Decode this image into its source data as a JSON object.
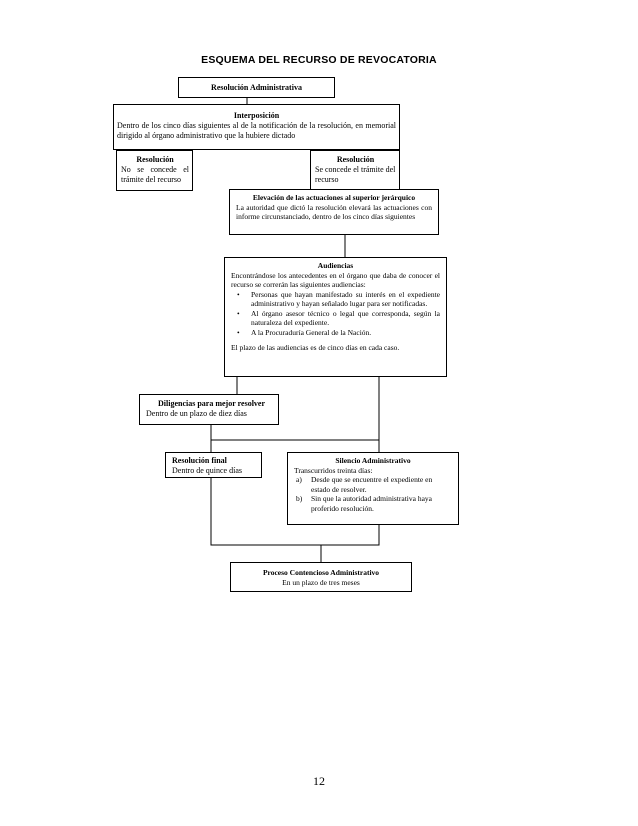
{
  "title": "ESQUEMA DEL RECURSO DE REVOCATORIA",
  "resolucion_administrativa": "Resolución Administrativa",
  "interposicion": {
    "heading": "Interposición",
    "text": "Dentro de los cinco días siguientes al de la notificación de la resolución, en memorial dirigido al órgano administrativo que la hubiere dictado"
  },
  "resolucion_no": {
    "heading": "Resolución",
    "text": "No se concede el trámite del recurso"
  },
  "resolucion_si": {
    "heading": "Resolución",
    "text": "Se concede el trámite del recurso"
  },
  "elevacion": {
    "heading": "Elevación de las actuaciones al superior jerárquico",
    "text": "La autoridad que dictó la resolución elevará las actuaciones con informe circunstanciado, dentro de los cinco días siguientes"
  },
  "audiencias": {
    "heading": "Audiencias",
    "intro": "Encontrándose los antecedentes en el órgano que daba de conocer el recurso se correrán las siguientes audiencias:",
    "items": [
      "Personas que hayan manifestado su interés en el expediente administrativo y hayan señalado lugar para ser notificadas.",
      "Al órgano asesor técnico o legal que corresponda, según la naturaleza del expediente.",
      "A la Procuraduría General de la Nación."
    ],
    "closing": "El plazo de las audiencias es de cinco días en cada caso."
  },
  "diligencias": {
    "heading": "Diligencias para mejor resolver",
    "text": "Dentro de un plazo de diez días"
  },
  "resolucion_final": {
    "heading": "Resolución final",
    "text": "Dentro de quince días"
  },
  "silencio": {
    "heading": "Silencio Administrativo",
    "intro": "Transcurridos treinta días:",
    "items": [
      {
        "marker": "a)",
        "text": "Desde que se encuentre el expediente en estado de resolver."
      },
      {
        "marker": "b)",
        "text": "Sin que la autoridad administrativa haya proferido resolución."
      }
    ]
  },
  "proceso": {
    "heading": "Proceso Contencioso Administrativo",
    "text": "En un plazo de tres meses"
  },
  "page_number": "12"
}
